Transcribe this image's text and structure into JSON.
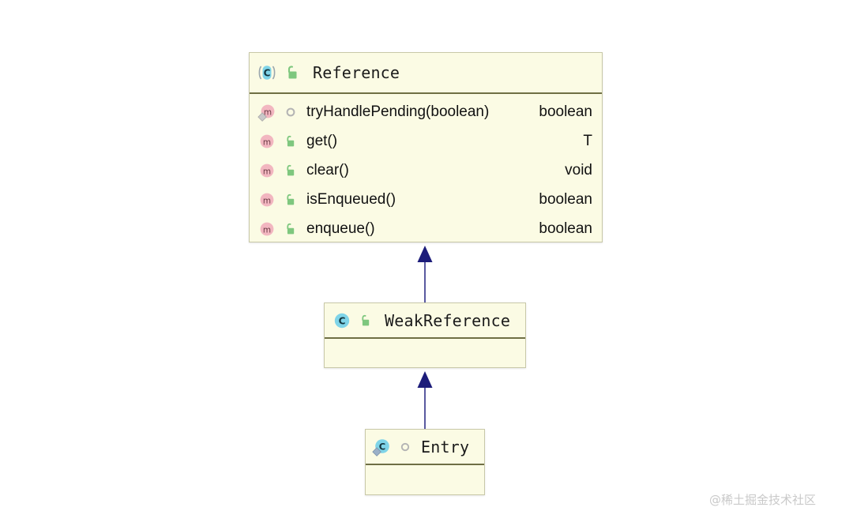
{
  "diagram": {
    "type": "uml-class-diagram",
    "background": "#ffffff",
    "box_fill": "#fbfbe4",
    "box_border": "#c8c8a8",
    "header_rule": "#6f6f44",
    "arrow_color": "#2a2a8c",
    "class_icon_color": "#7fd4e8",
    "method_icon_color": "#f2b6c0",
    "lock_icon_color": "#7ec77e",
    "classes": [
      {
        "id": "reference",
        "name": "Reference",
        "icons": {
          "kind": "abstract-class-icon",
          "visibility": "unlock-icon"
        },
        "members": [
          {
            "signature": "tryHandlePending(boolean)",
            "return_type": "boolean",
            "member_icon": "method-static-icon",
            "visibility_icon": "package-private-icon"
          },
          {
            "signature": "get()",
            "return_type": "T",
            "member_icon": "method-icon",
            "visibility_icon": "unlock-icon"
          },
          {
            "signature": "clear()",
            "return_type": "void",
            "member_icon": "method-icon",
            "visibility_icon": "unlock-icon"
          },
          {
            "signature": "isEnqueued()",
            "return_type": "boolean",
            "member_icon": "method-icon",
            "visibility_icon": "unlock-icon"
          },
          {
            "signature": "enqueue()",
            "return_type": "boolean",
            "member_icon": "method-icon",
            "visibility_icon": "unlock-icon"
          }
        ]
      },
      {
        "id": "weakreference",
        "name": "WeakReference",
        "icons": {
          "kind": "class-icon",
          "visibility": "unlock-icon"
        },
        "members": []
      },
      {
        "id": "entry",
        "name": "Entry",
        "icons": {
          "kind": "static-class-icon",
          "visibility": "package-private-icon"
        },
        "members": []
      }
    ],
    "relations": [
      {
        "type": "generalization",
        "from": "weakreference",
        "to": "reference",
        "arrow": "solid-triangle-up"
      },
      {
        "type": "generalization",
        "from": "entry",
        "to": "weakreference",
        "arrow": "solid-triangle-up"
      }
    ]
  },
  "watermark": {
    "text": "@稀土掘金技术社区"
  }
}
